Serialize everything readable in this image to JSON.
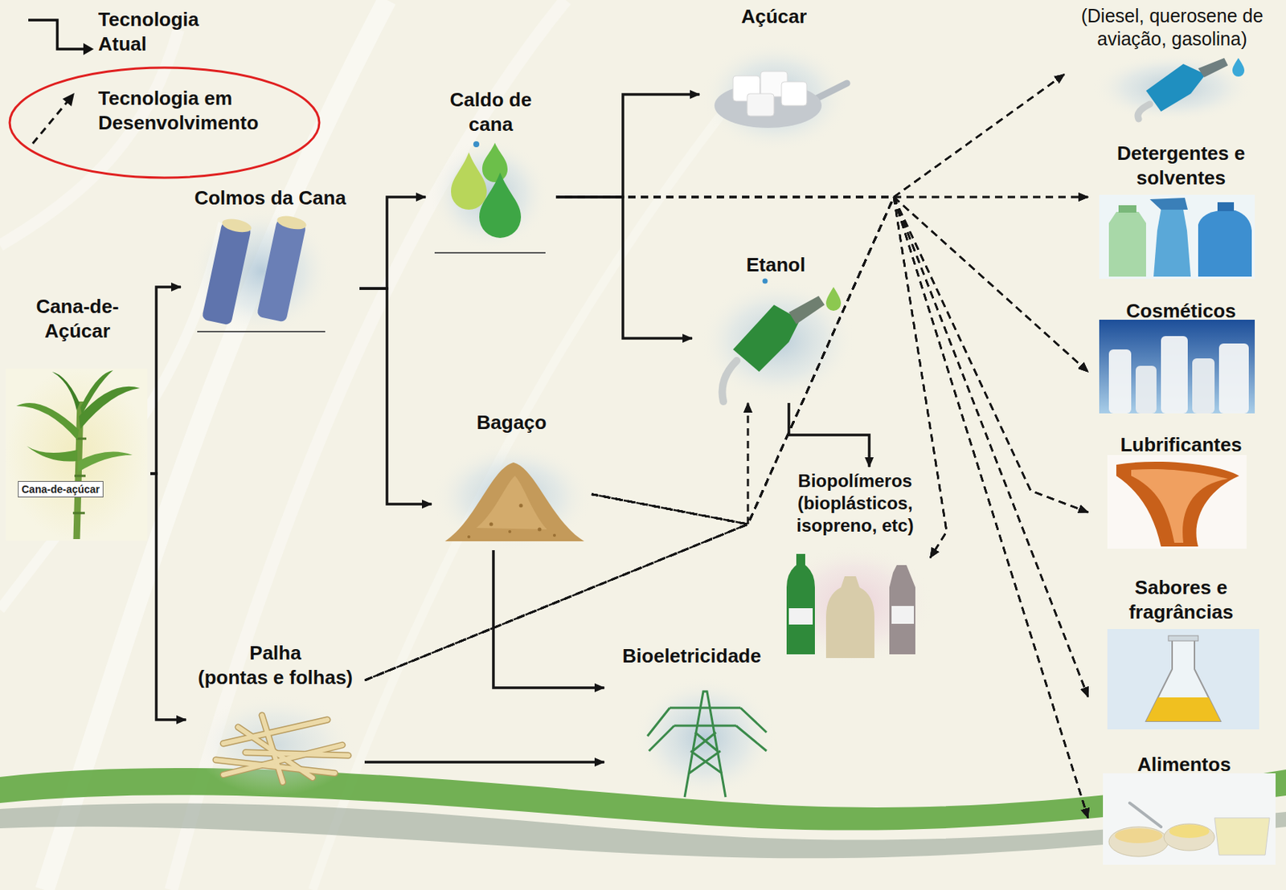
{
  "diagram": {
    "nodes": [
      {
        "text": [
          "Cana-de- Açúcar"
        ]
      },
      {
        "text": [
          "Colmos da Cana"
        ]
      },
      {
        "text": [
          "Caldo de cana"
        ]
      },
      {
        "text": [
          "Bagaço"
        ]
      },
      {
        "text": [
          "Palha",
          "(pontas e folhas)"
        ]
      },
      {
        "text": [
          "Açúcar"
        ]
      },
      {
        "text": [
          "Etanol"
        ]
      },
      {
        "text": [
          "Biopolímeros (bioplásticos, isopreno, etc)"
        ]
      },
      {
        "text": [
          "Bioeletricidade"
        ]
      },
      {
        "text": [
          "(Diesel, querosene de aviação, gasolina)"
        ]
      },
      {
        "text": [
          "Detergentes e solventes"
        ]
      },
      {
        "text": [
          "Cosméticos"
        ]
      },
      {
        "text": [
          "Lubrificantes"
        ]
      },
      {
        "text": [
          "Sabores e fragrâncias"
        ]
      },
      {
        "text": [
          "Alimentos"
        ]
      }
    ],
    "edges": [
      {
        "from": 0,
        "to": 1,
        "arrow": "to"
      },
      {
        "from": 0,
        "to": 4,
        "arrow": "to"
      },
      {
        "from": 1,
        "to": 2,
        "arrow": "to"
      },
      {
        "from": 1,
        "to": 3,
        "arrow": "to"
      },
      {
        "from": 2,
        "to": 5,
        "arrow": "to"
      },
      {
        "from": 2,
        "to": 6,
        "arrow": "to"
      },
      {
        "from": 6,
        "to": 7,
        "arrow": "to"
      },
      {
        "from": 3,
        "to": 8,
        "arrow": "to"
      },
      {
        "from": 4,
        "to": 8,
        "arrow": "to"
      },
      {
        "from": 3,
        "to": 6,
        "arrow": "to"
      },
      {
        "from": 4,
        "to": 6,
        "arrow": "to"
      },
      {
        "from": 2,
        "to": 9,
        "arrow": "to"
      },
      {
        "from": 2,
        "to": 10,
        "arrow": "to"
      },
      {
        "from": 2,
        "to": 11,
        "arrow": "to"
      },
      {
        "from": 2,
        "to": 12,
        "arrow": "to"
      },
      {
        "from": 2,
        "to": 13,
        "arrow": "to"
      },
      {
        "from": 2,
        "to": 14,
        "arrow": "to"
      },
      {
        "from": 2,
        "to": 7,
        "arrow": "to"
      },
      {
        "from": 3,
        "to": 9,
        "arrow": "to"
      },
      {
        "from": 3,
        "to": 10,
        "arrow": "to"
      },
      {
        "from": 3,
        "to": 11,
        "arrow": "to"
      },
      {
        "from": 3,
        "to": 12,
        "arrow": "to"
      },
      {
        "from": 3,
        "to": 13,
        "arrow": "to"
      },
      {
        "from": 3,
        "to": 14,
        "arrow": "to"
      },
      {
        "from": 3,
        "to": 7,
        "arrow": "to"
      },
      {
        "from": 4,
        "to": 9,
        "arrow": "to"
      },
      {
        "from": 4,
        "to": 10,
        "arrow": "to"
      },
      {
        "from": 4,
        "to": 11,
        "arrow": "to"
      },
      {
        "from": 4,
        "to": 12,
        "arrow": "to"
      },
      {
        "from": 4,
        "to": 13,
        "arrow": "to"
      },
      {
        "from": 4,
        "to": 14,
        "arrow": "to"
      },
      {
        "from": 4,
        "to": 7,
        "arrow": "to"
      }
    ],
    "labels": [
      "Cana-de-açúcar"
    ],
    "legend": [
      {
        "text": "Tecnologia Atual"
      },
      {
        "text": "Tecnologia em Desenvolvimento"
      }
    ]
  }
}
